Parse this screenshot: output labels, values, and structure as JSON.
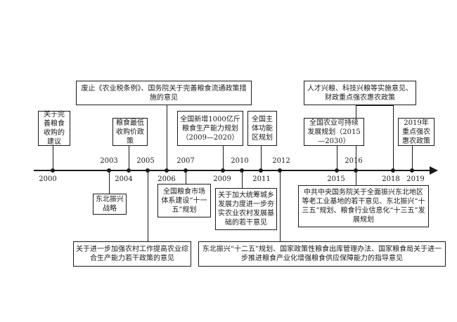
{
  "years": [
    "2000",
    "2003",
    "2004",
    "2005",
    "2006",
    "2007",
    "2009",
    "2010",
    "2011",
    "2012",
    "2015",
    "2016",
    "2018",
    "2019"
  ],
  "events": {
    "e2000": "关于完善粮食收购的建议",
    "e2003": "东北振兴战略",
    "e2004": "粮食最低收购价政策",
    "e2005": "关于进一步加强农村工作提高农业综合生产能力若干政策的意见",
    "e2006": "废止《农业税条例》、国务院关于完善粮食流通政策措施的意见",
    "e2007": "全国粮食市场体系建设“十一五”规划",
    "e2009a": "全国新增1000亿斤粮食生产能力规划（2009—2020）",
    "e2009b": "关于加大统筹城乡发展力度进一步夯实农业农村发展基础的若干意见",
    "e2011": "全国主体功能区规划",
    "e2012": "东北振兴“十二五”规划、国家政策性粮食出库管理办法、国家粮食局关于进一步推进粮食产业化增强粮食供应保障能力的指导意见",
    "e2015": "全国农业可持续发展规划（2015—2030）",
    "e2016a": "中共中央国务院关于全面振兴东北地区等老工业基地的若干意见、东北振兴“十三五”规划、粮食行业信息化“十三五”发展规划",
    "e2016b": "人才兴粮、科技兴粮等实施意见、财政重点强农惠农政策",
    "e2019": "2019年重点强农惠农政策"
  }
}
